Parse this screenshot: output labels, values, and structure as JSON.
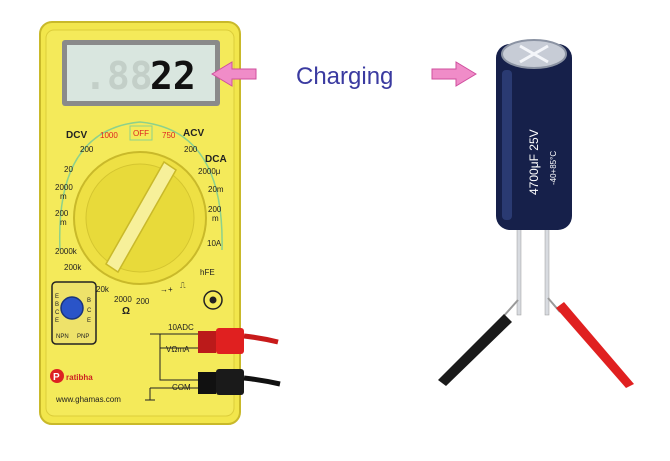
{
  "display": {
    "ghost_digits": ".88",
    "reading": "22"
  },
  "caption": "Charging",
  "dial": {
    "dcv_label": "DCV",
    "acv_label": "ACV",
    "dca_label": "DCA",
    "off_label": "OFF",
    "dcv_1000": "1000",
    "acv_750": "750",
    "acv_200": "200",
    "dcv_200": "200",
    "dcv_20": "20",
    "dcv_2000m": "2000",
    "dcv_2000m_unit": "m",
    "dcv_200m": "200",
    "dcv_200m_unit": "m",
    "dca_2000u": "2000μ",
    "dca_20m": "20m",
    "dca_200m": "200",
    "dca_200m_unit": "m",
    "dca_10a": "10A",
    "hfe": "hFE",
    "ohm_2000k": "2000k",
    "ohm_200k": "200k",
    "ohm_20k": "20k",
    "ohm_2000": "2000",
    "ohm_200": "200",
    "ohm_symbol": "Ω",
    "diode_symbol": "→+",
    "square_symbol": "⎍"
  },
  "transistor_socket": {
    "npn": "NPN",
    "pnp": "PNP",
    "pins_left": [
      "E",
      "B",
      "C",
      "E"
    ],
    "pins_right": [
      "B",
      "C",
      "E"
    ]
  },
  "jacks": {
    "adc": "10ADC",
    "vohm": "VΩmA",
    "com": "COM"
  },
  "brand": {
    "name": "ratibha",
    "logo_letter": "P",
    "url": "www.ghamas.com"
  },
  "capacitor": {
    "label": "4700μF 25V",
    "temp": "-40+85°C"
  },
  "colors": {
    "meter_body": "#f2e64c",
    "dial_outer": "#eee044",
    "arrow": "#f08cc8",
    "caption": "#3a3aa0",
    "cap_body": "#16204a",
    "probe_red": "#e02020",
    "probe_black": "#1a1a1a"
  }
}
